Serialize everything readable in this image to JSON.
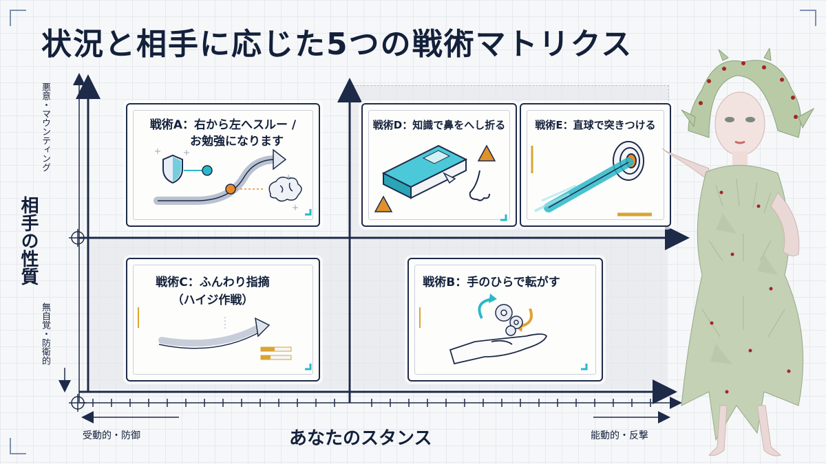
{
  "title": "状況と相手に応じた5つの戦術マトリクス",
  "axes": {
    "y_label": "相手の性質",
    "y_top": "悪意・マウンティング",
    "y_bottom": "無自覚・防衛的",
    "x_label": "あなたのスタンス",
    "x_left": "受動的・防御",
    "x_right": "能動的・反撃"
  },
  "tactics": [
    {
      "id": "A",
      "title": "戦術A：右から左へスルー /",
      "subtitle": "お勉強になります"
    },
    {
      "id": "D",
      "title": "戦術D：知識で鼻をへし折る",
      "subtitle": ""
    },
    {
      "id": "E",
      "title": "戦術E：直球で突きつける",
      "subtitle": ""
    },
    {
      "id": "C",
      "title": "戦術C：ふんわり指摘",
      "subtitle": "（ハイジ作戦）"
    },
    {
      "id": "B",
      "title": "戦術B：手のひらで転がす",
      "subtitle": ""
    }
  ],
  "colors": {
    "navy": "#1d2a48",
    "teal": "#2bb8c8",
    "orange": "#e88a2a",
    "gold": "#d9a531",
    "warning": "#e0922a"
  },
  "icons": {
    "a": [
      "shield-icon",
      "brain-icon",
      "arrow-icon"
    ],
    "d": [
      "book-icon",
      "nose-icon",
      "warning-icon"
    ],
    "e": [
      "target-icon",
      "dart-arrow-icon"
    ],
    "c": [
      "soft-arrow-icon",
      "progress-bars-icon"
    ],
    "b": [
      "open-hand-icon",
      "gears-icon",
      "cycle-arrows-icon"
    ]
  },
  "character": "fairy-character"
}
